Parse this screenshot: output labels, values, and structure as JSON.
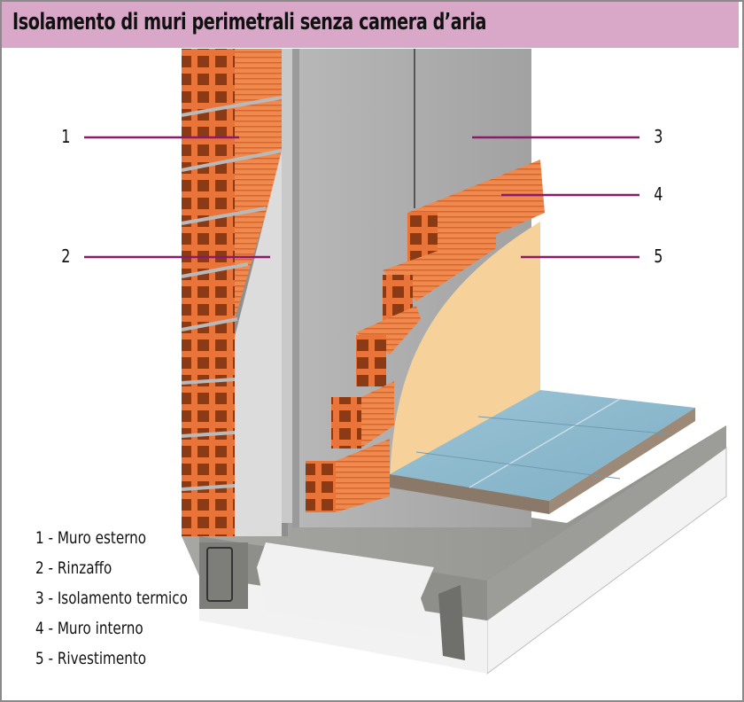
{
  "title": "Isolamento di muri perimetrali senza camera d’aria",
  "colors": {
    "title_bar": "#d9a8c9",
    "callout_line": "#8b1a6b",
    "brick": "#e8743a",
    "insulation_panel": "#a9a9a9",
    "render_plaster": "#d8d8d8",
    "finish_cladding": "#f6d29a",
    "floor_tile": "#88b4c8",
    "concrete": "#9a9a96",
    "eps_block": "#f2f2f2"
  },
  "callouts": [
    {
      "number": "1",
      "side": "left"
    },
    {
      "number": "2",
      "side": "left"
    },
    {
      "number": "3",
      "side": "right"
    },
    {
      "number": "4",
      "side": "right"
    },
    {
      "number": "5",
      "side": "right"
    }
  ],
  "legend": [
    {
      "label": "1 - Muro esterno"
    },
    {
      "label": "2 - Rinzaffo"
    },
    {
      "label": "3 - Isolamento termico"
    },
    {
      "label": "4 - Muro interno"
    },
    {
      "label": "5 - Rivestimento"
    }
  ]
}
